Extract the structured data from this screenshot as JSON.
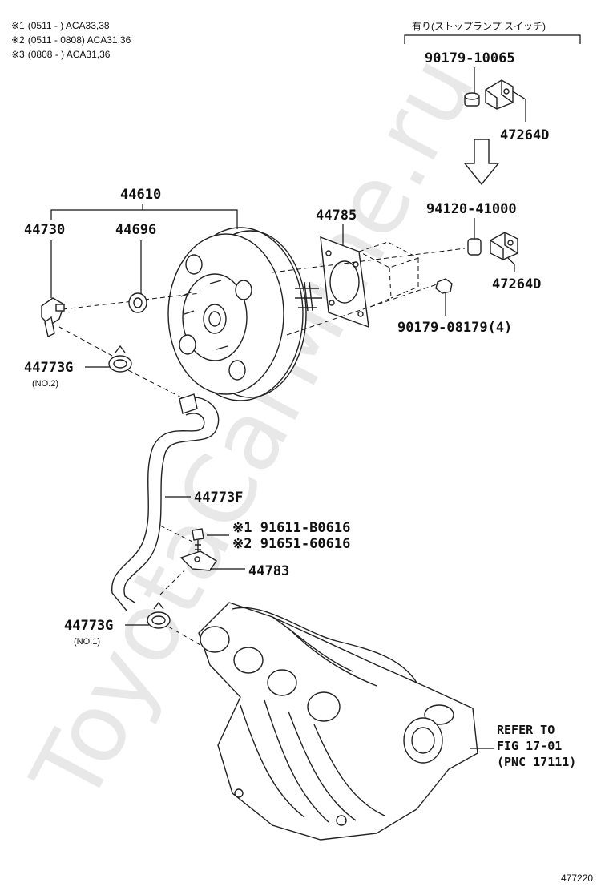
{
  "notes": [
    {
      "mark": "※1",
      "text": "(0511 -       ) ACA33,38"
    },
    {
      "mark": "※2",
      "text": "(0511 - 0808) ACA31,36"
    },
    {
      "mark": "※3",
      "text": "(0808 -       ) ACA31,36"
    }
  ],
  "stop_lamp_note": "有り(ストップランプ スイッチ)",
  "parts": {
    "p90179_10065": "90179-10065",
    "p47264d_top": "47264D",
    "p94120_41000": "94120-41000",
    "p47264d_mid": "47264D",
    "p90179_08179": "90179-08179(4)",
    "p44610": "44610",
    "p44730": "44730",
    "p44696": "44696",
    "p44785": "44785",
    "p44773g_1": "44773G",
    "p44773g_1_sub": "(NO.2)",
    "p44773f": "44773F",
    "p91611": "※1 91611-B0616",
    "p91651": "※2 91651-60616",
    "p44783": "44783",
    "p44773g_2": "44773G",
    "p44773g_2_sub": "(NO.1)"
  },
  "refer": {
    "line1": "REFER TO",
    "line2": "FIG 17-01",
    "line3": "(PNC 17111)"
  },
  "diagram_id": "477220",
  "watermark": "ToyotaCarMine.ru"
}
